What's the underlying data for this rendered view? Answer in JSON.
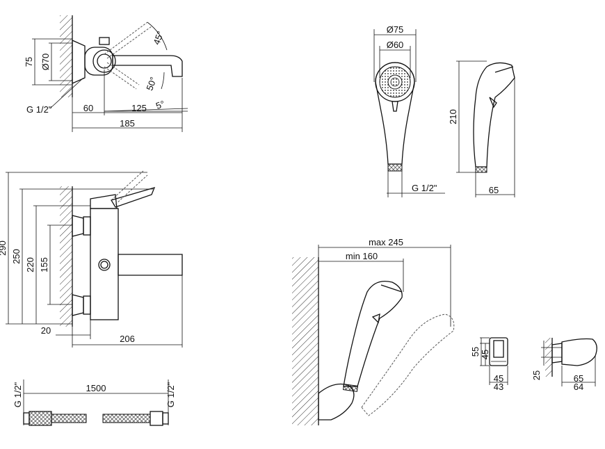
{
  "colors": {
    "line": "#111111",
    "background": "#ffffff",
    "hatch": "#333333"
  },
  "top_view": {
    "dims": {
      "d75": "75",
      "d70": "Ø70",
      "g12": "G 1/2\"",
      "d60": "60",
      "d125": "125",
      "d185": "185"
    },
    "angles": {
      "a45": "45°",
      "a50": "50°",
      "a5": "5°"
    }
  },
  "front_view": {
    "dims": {
      "d290": "290",
      "d250": "250",
      "d220": "220",
      "d155": "155",
      "d20": "20",
      "d206": "206"
    }
  },
  "hose": {
    "dims": {
      "length": "1500",
      "thread_left": "G 1/2\"",
      "thread_right": "G 1/2\""
    }
  },
  "shower_head": {
    "dims": {
      "d75": "Ø75",
      "d60": "Ø60",
      "d210": "210",
      "thread": "G 1/2\"",
      "d65": "65"
    }
  },
  "wall_holder": {
    "dims": {
      "max": "max 245",
      "min": "min 160"
    }
  },
  "holder_detail": {
    "dims": {
      "d55": "55",
      "d45": "45",
      "w45": "45",
      "w43": "43",
      "d25": "25",
      "w65": "65",
      "w64": "64"
    }
  }
}
